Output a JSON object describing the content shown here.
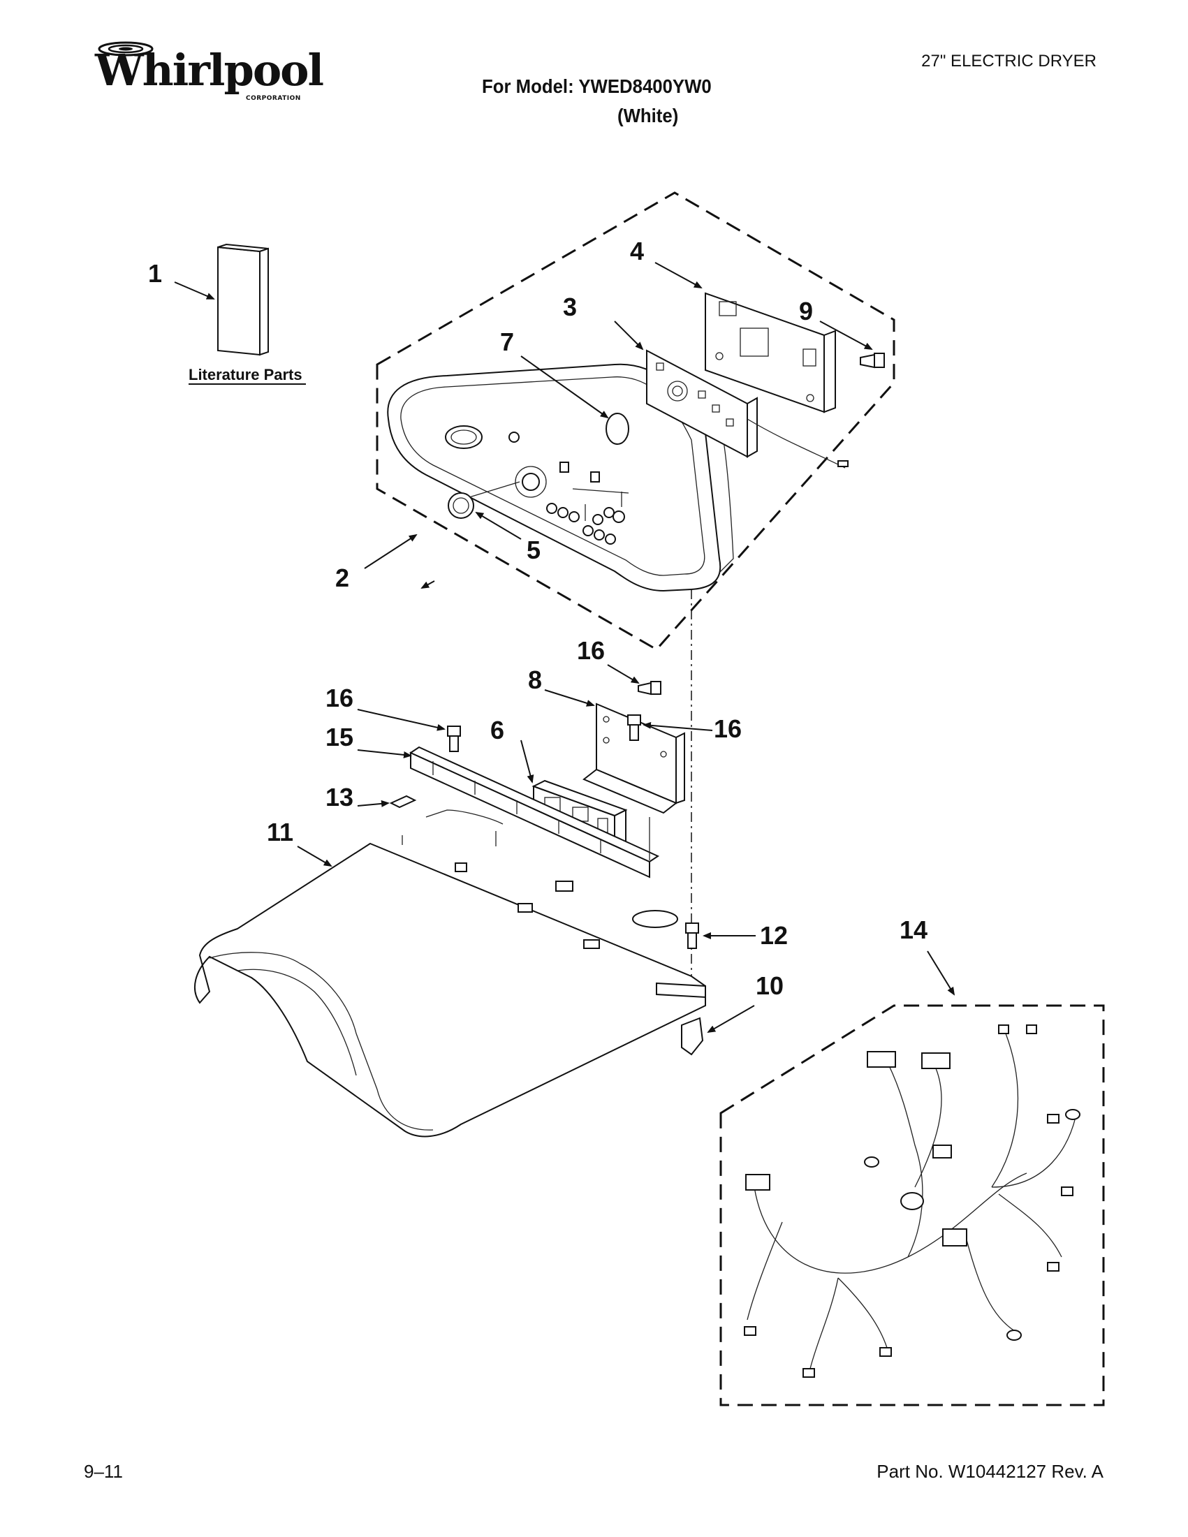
{
  "header": {
    "brand": "Whirlpool",
    "brand_sub": "CORPORATION",
    "doc_title": "27\" ELECTRIC DRYER",
    "model_line": "For Model: YWED8400YW0",
    "color_line": "(White)"
  },
  "diagram": {
    "literature_label": "Literature Parts",
    "callouts": [
      {
        "id": "c1",
        "text": "1"
      },
      {
        "id": "c2",
        "text": "2"
      },
      {
        "id": "c3",
        "text": "3"
      },
      {
        "id": "c4",
        "text": "4"
      },
      {
        "id": "c5",
        "text": "5"
      },
      {
        "id": "c6",
        "text": "6"
      },
      {
        "id": "c7",
        "text": "7"
      },
      {
        "id": "c8",
        "text": "8"
      },
      {
        "id": "c9",
        "text": "9"
      },
      {
        "id": "c10",
        "text": "10"
      },
      {
        "id": "c11",
        "text": "11"
      },
      {
        "id": "c12",
        "text": "12"
      },
      {
        "id": "c13",
        "text": "13"
      },
      {
        "id": "c14",
        "text": "14"
      },
      {
        "id": "c15",
        "text": "15"
      },
      {
        "id": "c16a",
        "text": "16"
      },
      {
        "id": "c16b",
        "text": "16"
      },
      {
        "id": "c16c",
        "text": "16"
      }
    ]
  },
  "footer": {
    "date_code": "9–11",
    "part_number": "Part No. W10442127 Rev. A"
  }
}
